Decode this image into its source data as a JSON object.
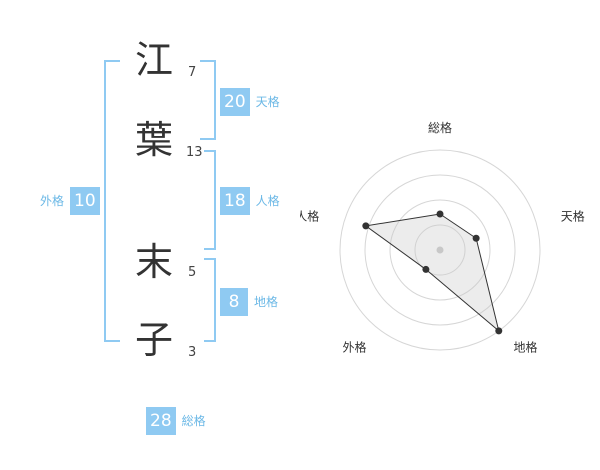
{
  "name": {
    "chars": [
      {
        "char": "江",
        "strokes": "7"
      },
      {
        "char": "葉",
        "strokes": "13"
      },
      {
        "char": "末",
        "strokes": "5"
      },
      {
        "char": "子",
        "strokes": "3"
      }
    ]
  },
  "scores": {
    "tenkaku": {
      "value": "20",
      "label": "天格"
    },
    "jinkaku": {
      "value": "18",
      "label": "人格"
    },
    "chikaku": {
      "value": "8",
      "label": "地格"
    },
    "gaikaku": {
      "value": "10",
      "label": "外格"
    },
    "soukaku": {
      "value": "28",
      "label": "総格"
    }
  },
  "colors": {
    "accent": "#8fcaf2",
    "label": "#6bb8e6"
  },
  "chart_data": {
    "type": "radar",
    "axes": [
      "総格",
      "天格",
      "地格",
      "外格",
      "人格"
    ],
    "values": [
      1.8,
      1.9,
      5.0,
      1.2,
      3.9
    ],
    "range": [
      0,
      5
    ],
    "rings": 4
  }
}
